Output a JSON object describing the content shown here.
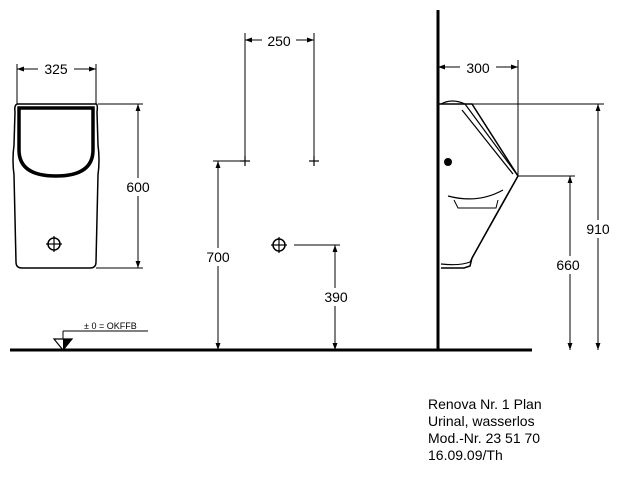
{
  "dimensions": {
    "front_width": "325",
    "front_height": "600",
    "bolt_spacing": "250",
    "bolt_height": "700",
    "outlet_height": "390",
    "side_depth": "300",
    "side_total_height": "910",
    "side_rim_height": "660"
  },
  "floor_reference": "± 0 = OKFFB",
  "title_block": {
    "line1": "Renova Nr. 1 Plan",
    "line2": "Urinal, wasserlos",
    "line3": "Mod.-Nr. 23 51 70",
    "line4": "16.09.09/Th"
  }
}
